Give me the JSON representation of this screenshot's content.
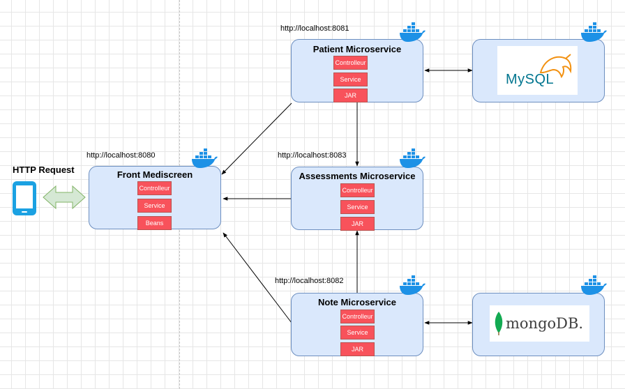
{
  "client": {
    "label": "HTTP Request",
    "icon": "smartphone-icon"
  },
  "front": {
    "title": "Front Mediscreen",
    "url": "http://localhost:8080",
    "layers": [
      "Controlleur",
      "Service",
      "Beans"
    ]
  },
  "patient": {
    "title": "Patient Microservice",
    "url": "http://localhost:8081",
    "layers": [
      "Controlleur",
      "Service",
      "JAR"
    ]
  },
  "assessments": {
    "title": "Assessments Microservice",
    "url": "http://localhost:8083",
    "layers": [
      "Controlleur",
      "Service",
      "JAR"
    ]
  },
  "note": {
    "title": "Note Microservice",
    "url": "http://localhost:8082",
    "layers": [
      "Controlleur",
      "Service",
      "JAR"
    ]
  },
  "databases": {
    "mysql": {
      "logo_text": "MySQL",
      "icon": "dolphin-icon"
    },
    "mongodb": {
      "logo_text": "mongoDB.",
      "icon": "leaf-icon"
    }
  },
  "colors": {
    "box_fill": "#dae8fc",
    "box_border": "#6c8ebf",
    "layer_fill": "#f8525b",
    "docker_blue": "#1d91e6",
    "phone_blue": "#1ba1e2",
    "bidir_arrow_fill": "#d5e8d4"
  }
}
